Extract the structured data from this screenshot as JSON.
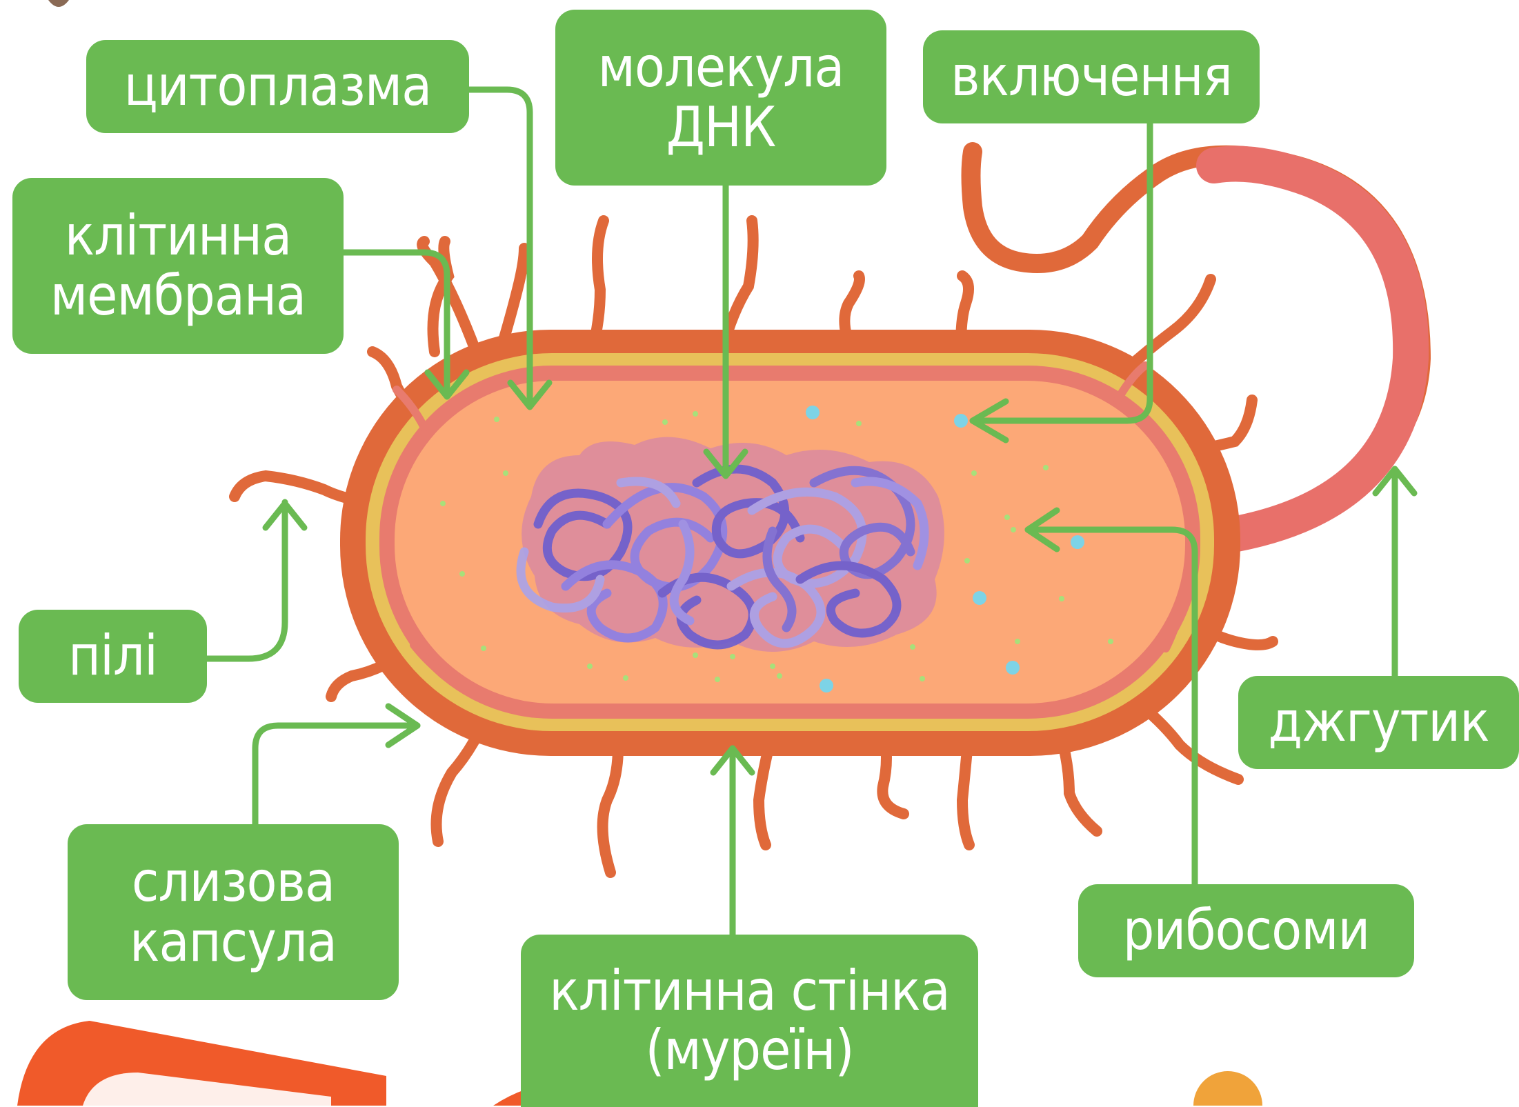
{
  "labels": {
    "cytoplasm": {
      "line1": "цитоплазма"
    },
    "dna": {
      "line1": "молекула",
      "line2": "ДНК"
    },
    "inclusions": {
      "line1": "включення"
    },
    "membrane": {
      "line1": "клітинна",
      "line2": "мембрана"
    },
    "pili": {
      "line1": "пілі"
    },
    "flagellum": {
      "line1": "джгутик"
    },
    "capsule": {
      "line1": "слизова",
      "line2": "капсула"
    },
    "ribosomes": {
      "line1": "рибосоми"
    },
    "cell_wall": {
      "line1": "клітинна стінка",
      "line2": "(муреїн)"
    }
  },
  "colors": {
    "label_bg": "#6aba52",
    "arrow": "#6aba52",
    "capsule": "#e0693a",
    "wall": "#e8c15a",
    "membrane": "#e87b6e",
    "cytoplasm": "#fca877",
    "dna": "#7b6fd8",
    "ribosome": "#7dd3e6",
    "flagellum": "#e8706a"
  }
}
